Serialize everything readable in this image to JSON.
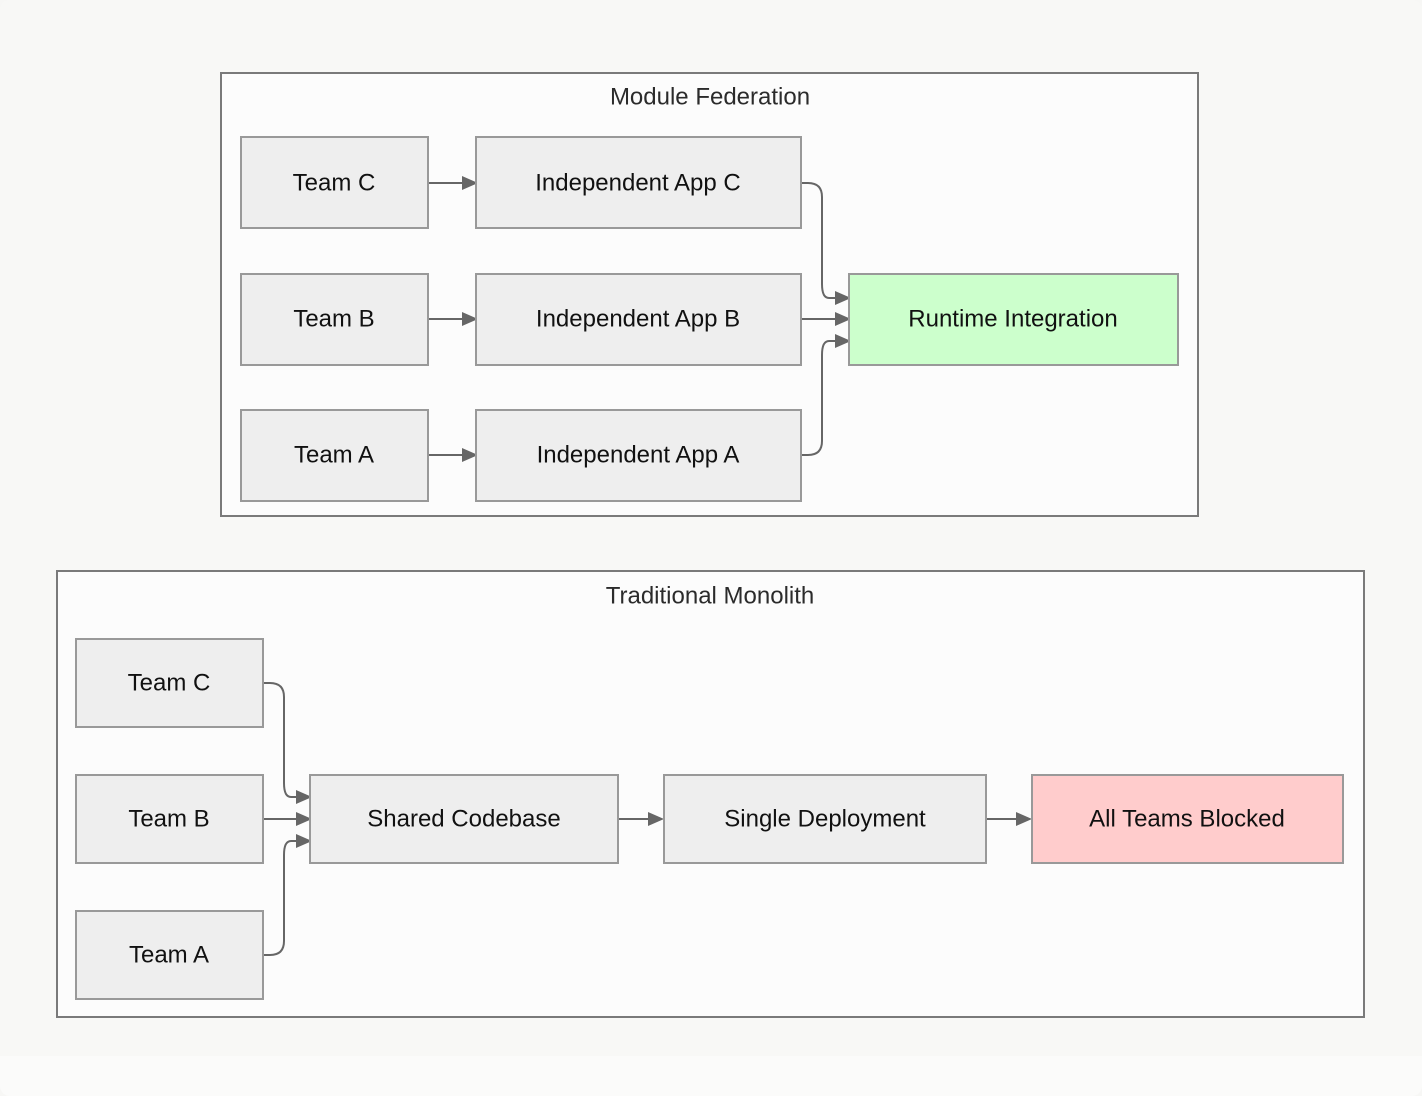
{
  "page": {
    "background_color": "#f8f8f6",
    "panel_background_color": "#fcfcfc",
    "panel_border_color": "#7a7a7a",
    "node_fill_color": "#eeeeee",
    "node_border_color": "#999999",
    "edge_color": "#666666",
    "text_color": "#111111"
  },
  "diagram": {
    "type": "flowchart",
    "panels": [
      {
        "id": "module-federation",
        "title": "Module Federation",
        "nodes": [
          {
            "id": "mf-team-c",
            "label": "Team C",
            "style": "default"
          },
          {
            "id": "mf-team-b",
            "label": "Team B",
            "style": "default"
          },
          {
            "id": "mf-team-a",
            "label": "Team A",
            "style": "default"
          },
          {
            "id": "mf-app-c",
            "label": "Independent App C",
            "style": "default"
          },
          {
            "id": "mf-app-b",
            "label": "Independent App B",
            "style": "default"
          },
          {
            "id": "mf-app-a",
            "label": "Independent App A",
            "style": "default"
          },
          {
            "id": "mf-runtime",
            "label": "Runtime Integration",
            "style": "highlight-green",
            "color": "#ccffcc"
          }
        ],
        "edges": [
          {
            "from": "mf-team-c",
            "to": "mf-app-c"
          },
          {
            "from": "mf-team-b",
            "to": "mf-app-b"
          },
          {
            "from": "mf-team-a",
            "to": "mf-app-a"
          },
          {
            "from": "mf-app-c",
            "to": "mf-runtime"
          },
          {
            "from": "mf-app-b",
            "to": "mf-runtime"
          },
          {
            "from": "mf-app-a",
            "to": "mf-runtime"
          }
        ]
      },
      {
        "id": "traditional-monolith",
        "title": "Traditional Monolith",
        "nodes": [
          {
            "id": "tm-team-c",
            "label": "Team C",
            "style": "default"
          },
          {
            "id": "tm-team-b",
            "label": "Team B",
            "style": "default"
          },
          {
            "id": "tm-team-a",
            "label": "Team A",
            "style": "default"
          },
          {
            "id": "tm-shared",
            "label": "Shared Codebase",
            "style": "default"
          },
          {
            "id": "tm-deploy",
            "label": "Single Deployment",
            "style": "default"
          },
          {
            "id": "tm-blocked",
            "label": "All Teams Blocked",
            "style": "highlight-red",
            "color": "#ffcccc"
          }
        ],
        "edges": [
          {
            "from": "tm-team-c",
            "to": "tm-shared"
          },
          {
            "from": "tm-team-b",
            "to": "tm-shared"
          },
          {
            "from": "tm-team-a",
            "to": "tm-shared"
          },
          {
            "from": "tm-shared",
            "to": "tm-deploy"
          },
          {
            "from": "tm-deploy",
            "to": "tm-blocked"
          }
        ]
      }
    ]
  }
}
